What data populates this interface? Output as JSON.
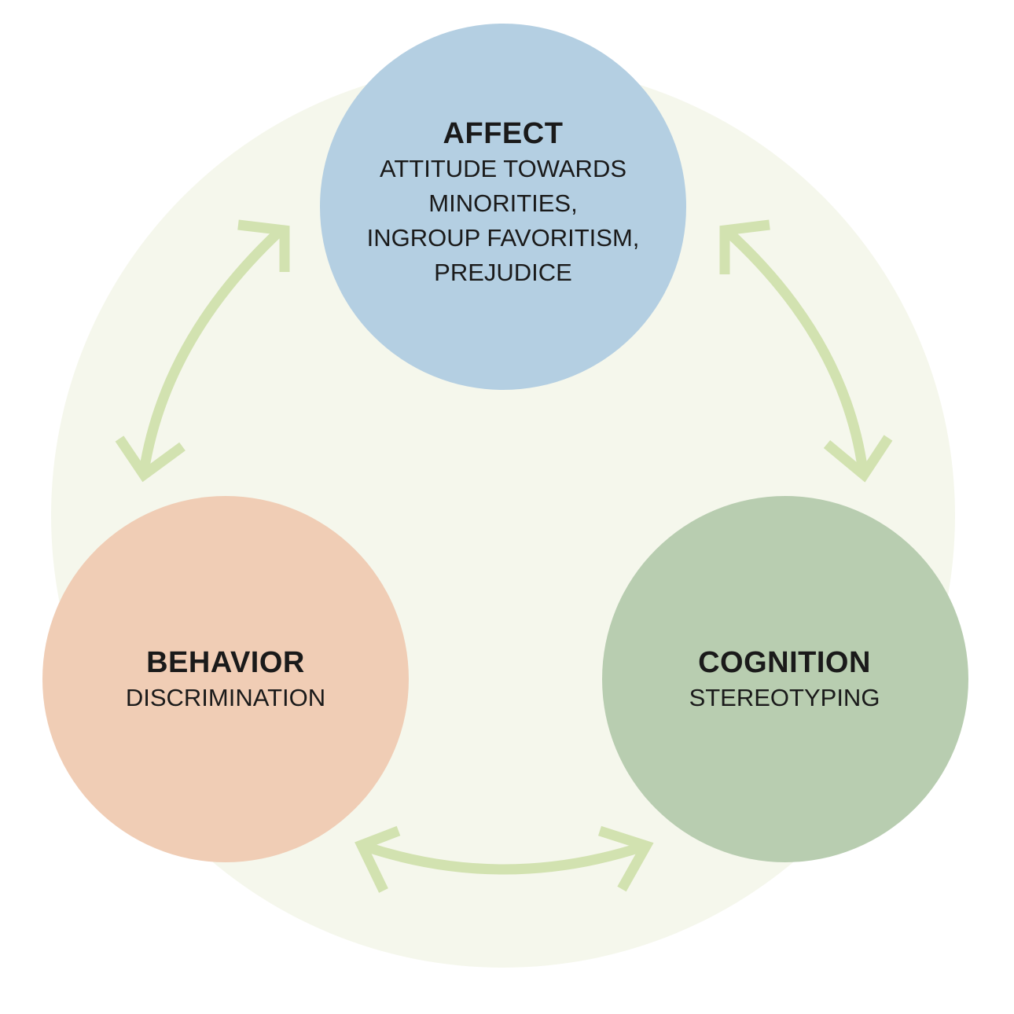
{
  "diagram": {
    "colors": {
      "background_circle": "#f5f7ec",
      "arrow": "#d2e2b0",
      "affect": "#b4cfe2",
      "behavior": "#f0cdb5",
      "cognition": "#b8cdb0",
      "text": "#1a1a1a"
    },
    "nodes": [
      {
        "id": "affect",
        "title": "AFFECT",
        "lines": [
          "ATTITUDE TOWARDS",
          "MINORITIES,",
          "INGROUP FAVORITISM,",
          "PREJUDICE"
        ]
      },
      {
        "id": "behavior",
        "title": "BEHAVIOR",
        "lines": [
          "DISCRIMINATION"
        ]
      },
      {
        "id": "cognition",
        "title": "COGNITION",
        "lines": [
          "STEREOTYPING"
        ]
      }
    ],
    "edges": [
      {
        "from": "affect",
        "to": "behavior",
        "type": "bidirectional"
      },
      {
        "from": "affect",
        "to": "cognition",
        "type": "bidirectional"
      },
      {
        "from": "behavior",
        "to": "cognition",
        "type": "bidirectional"
      }
    ]
  }
}
